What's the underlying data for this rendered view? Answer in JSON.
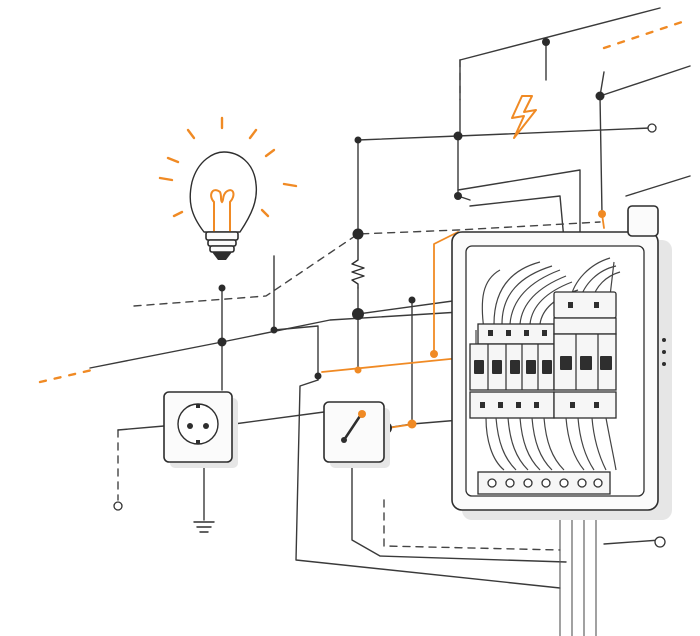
{
  "diagram": {
    "components": [
      {
        "id": "light-bulb",
        "icon": "light-bulb-icon"
      },
      {
        "id": "power-socket",
        "icon": "socket-icon"
      },
      {
        "id": "wall-switch",
        "icon": "switch-icon"
      },
      {
        "id": "distribution-panel",
        "icon": "breaker-panel-icon"
      },
      {
        "id": "resistor",
        "icon": "resistor-icon"
      },
      {
        "id": "ground",
        "icon": "ground-icon"
      },
      {
        "id": "power-source",
        "icon": "lightning-bolt-icon"
      }
    ],
    "colors": {
      "accent": "#f08a24",
      "ink": "#2e2e2e",
      "background": "#ffffff"
    }
  }
}
